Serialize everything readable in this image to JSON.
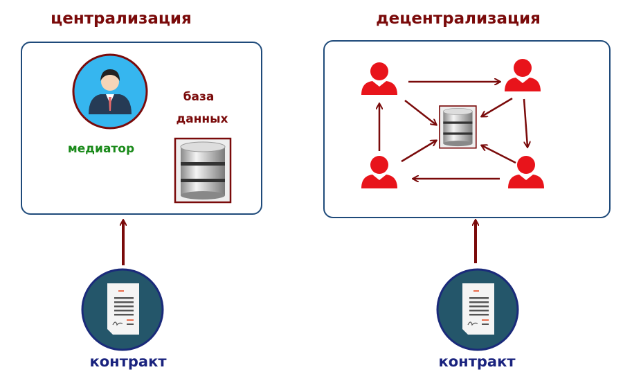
{
  "left": {
    "title": "централизация",
    "mediator_label": "медиатор",
    "db_label_1": "база",
    "db_label_2": "данных",
    "contract_label": "контракт"
  },
  "right": {
    "title": "децентрализация",
    "contract_label": "контракт"
  },
  "colors": {
    "arrow": "#7a0a0a",
    "person": "#e8141b",
    "title": "#7a0a0a",
    "mediator": "#1a8a1a",
    "contract": "#1a237e"
  }
}
